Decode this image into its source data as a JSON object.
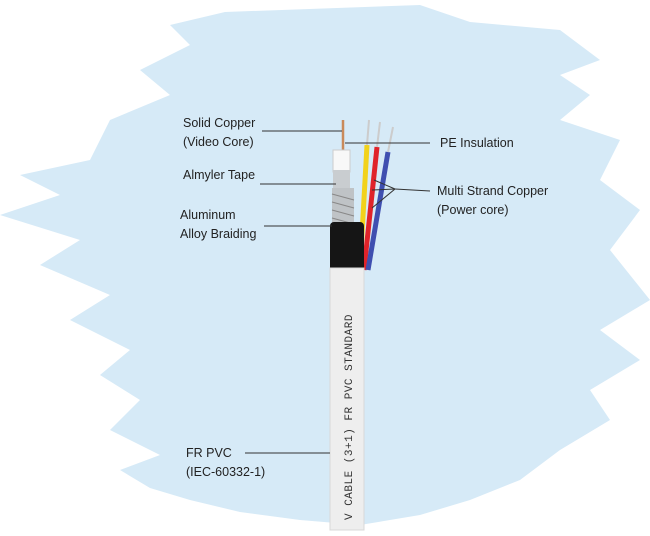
{
  "labels": {
    "solid_copper": "Solid Copper",
    "video_core": "(Video Core)",
    "almyler_tape": "Almyler Tape",
    "aluminum": "Aluminum",
    "alloy_braiding": "Alloy Braiding",
    "pe_insulation": "PE Insulation",
    "multi_strand": "Multi Strand Copper",
    "power_core": "(Power core)",
    "fr_pvc": "FR PVC",
    "iec": "(IEC-60332-1)"
  },
  "cable_print": "V CABLE (3+1) FR PVC STANDARD",
  "colors": {
    "background": "#d6eaf7",
    "yellow": "#f2d21b",
    "red": "#e0232a",
    "blue": "#3f4fb0",
    "jacket": "#eeeeee",
    "black": "#151515",
    "copper": "#c98a5a"
  }
}
